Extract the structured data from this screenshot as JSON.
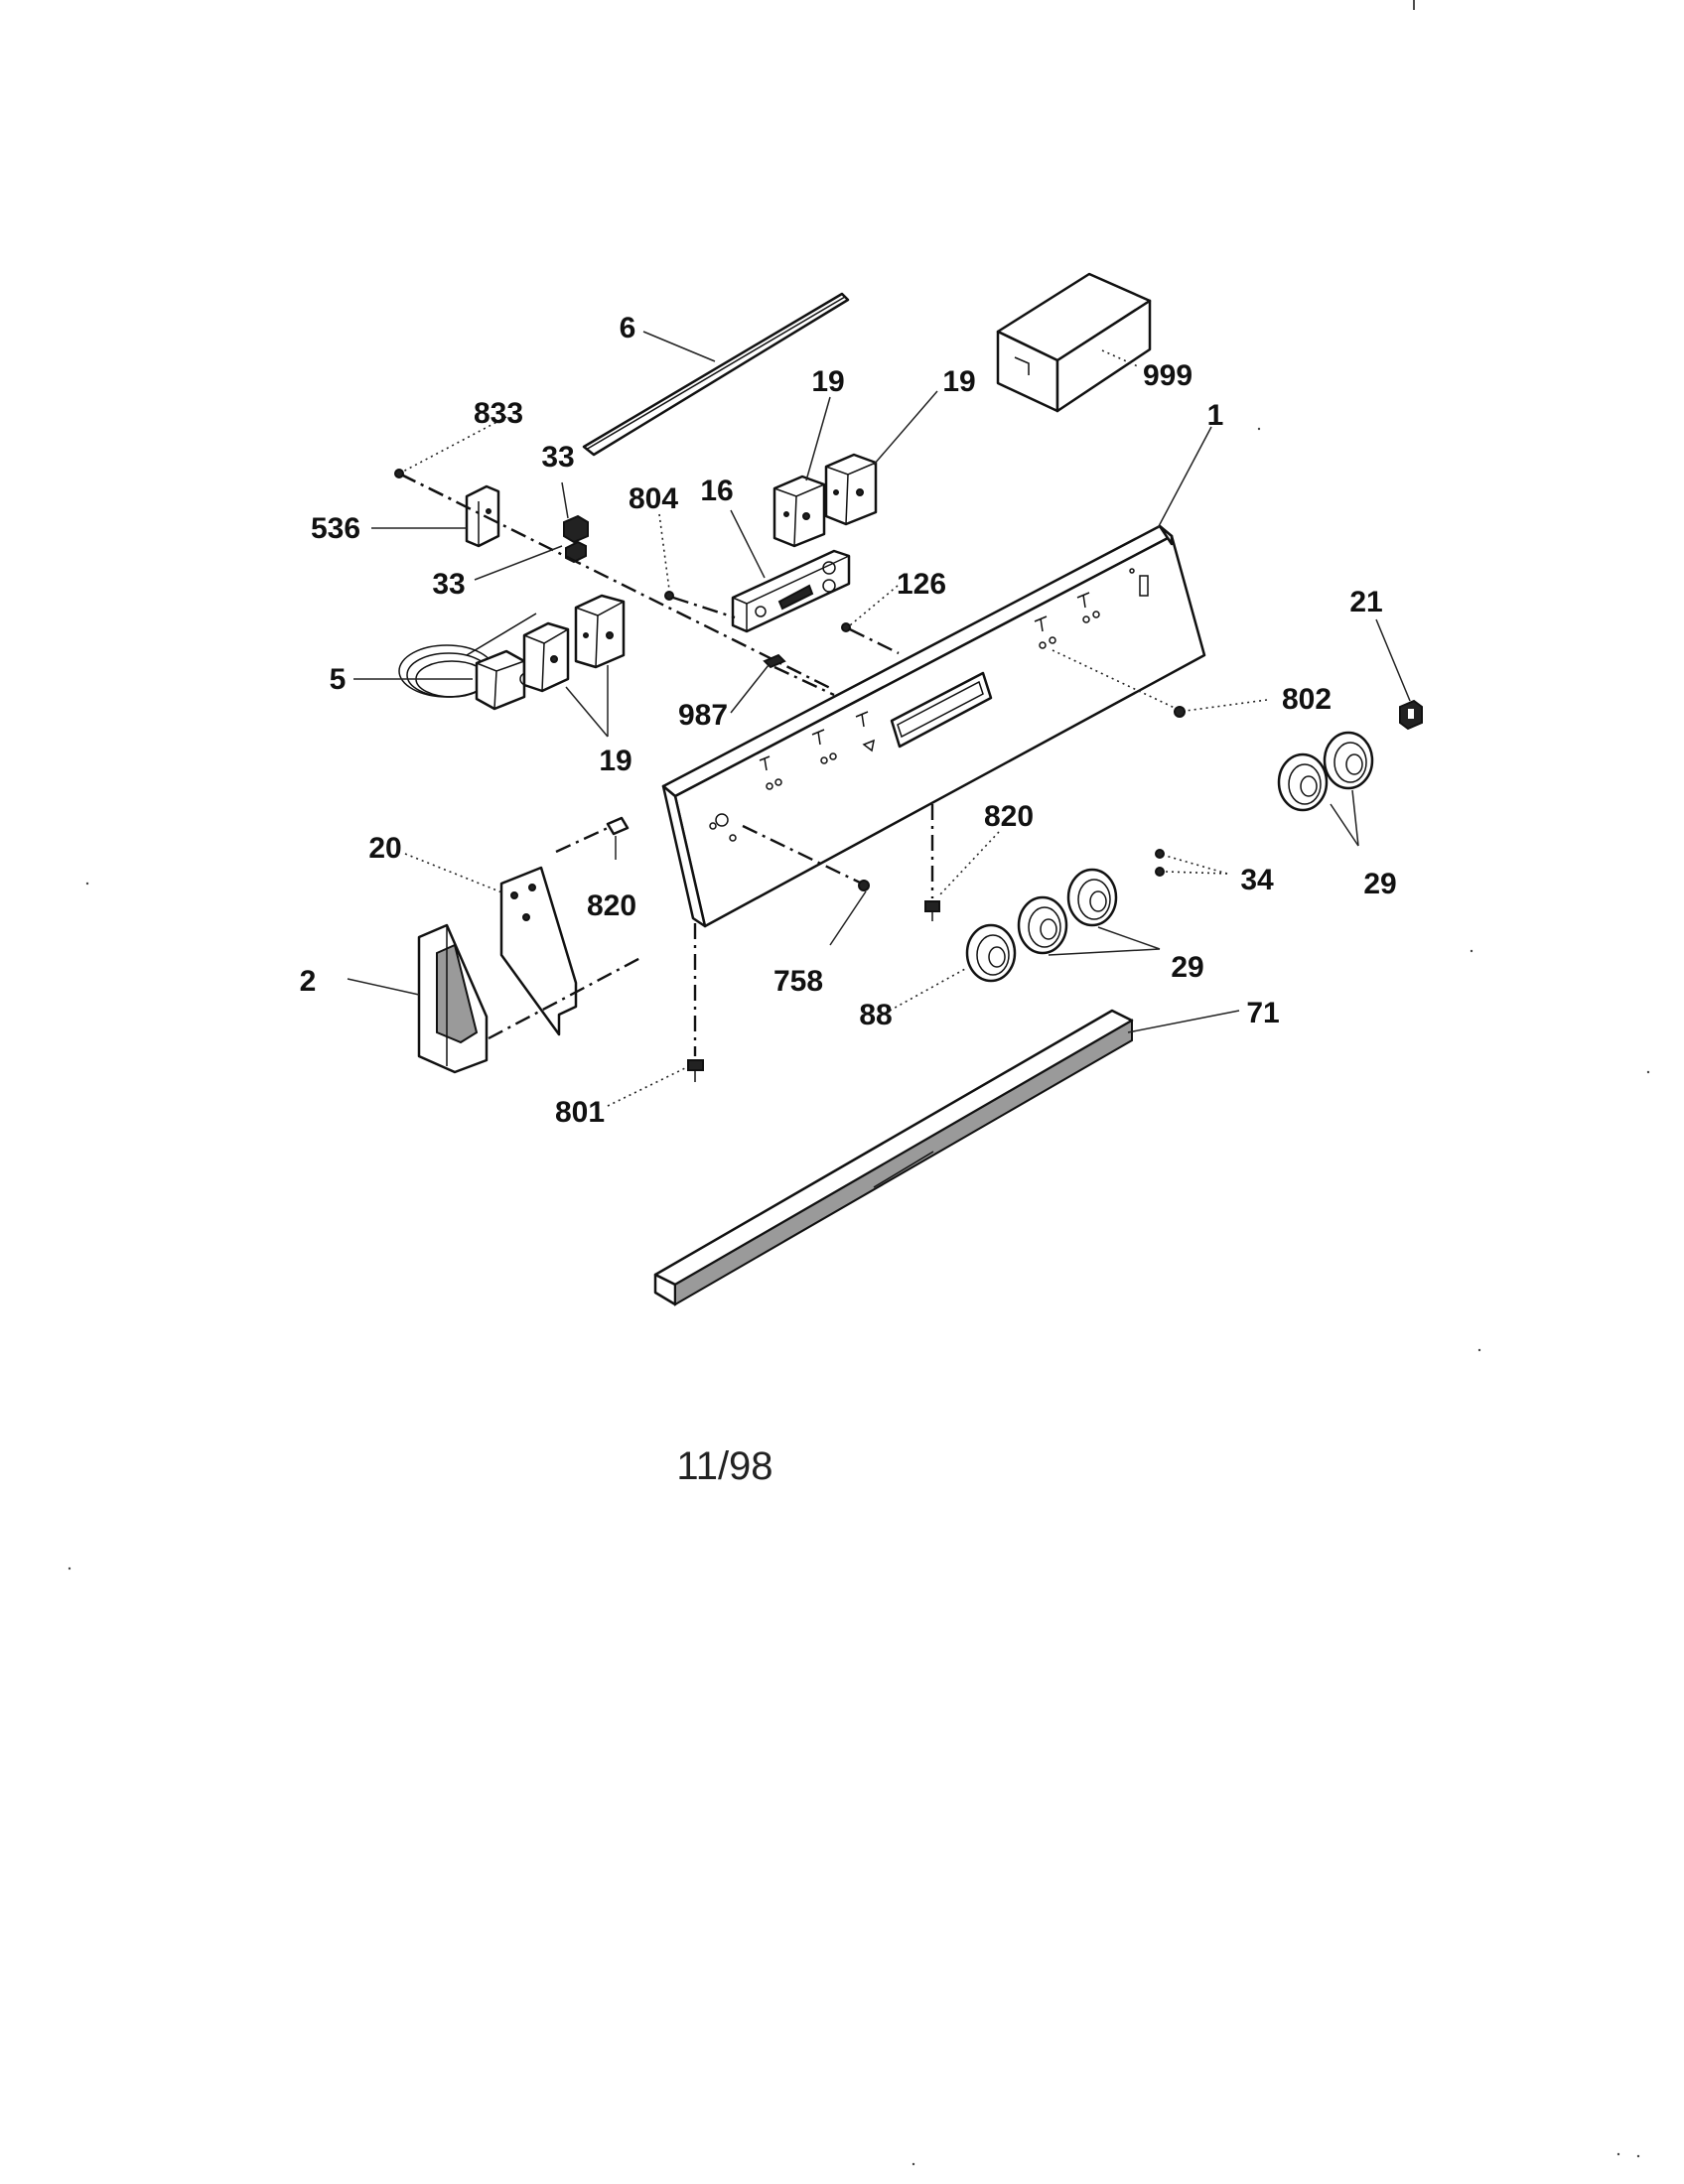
{
  "labels": {
    "l6": "6",
    "l19a": "19",
    "l19b": "19",
    "l999": "999",
    "l833": "833",
    "l33a": "33",
    "l804": "804",
    "l16": "16",
    "l1": "1",
    "l536": "536",
    "l33b": "33",
    "l126": "126",
    "l21": "21",
    "l5": "5",
    "l987": "987",
    "l802": "802",
    "l19c": "19",
    "l20": "20",
    "l820a": "820",
    "l820b": "820",
    "l34": "34",
    "l29a": "29",
    "l2": "2",
    "l758": "758",
    "l29b": "29",
    "l88": "88",
    "l71": "71",
    "l801": "801"
  },
  "footer": {
    "date": "11/98"
  }
}
